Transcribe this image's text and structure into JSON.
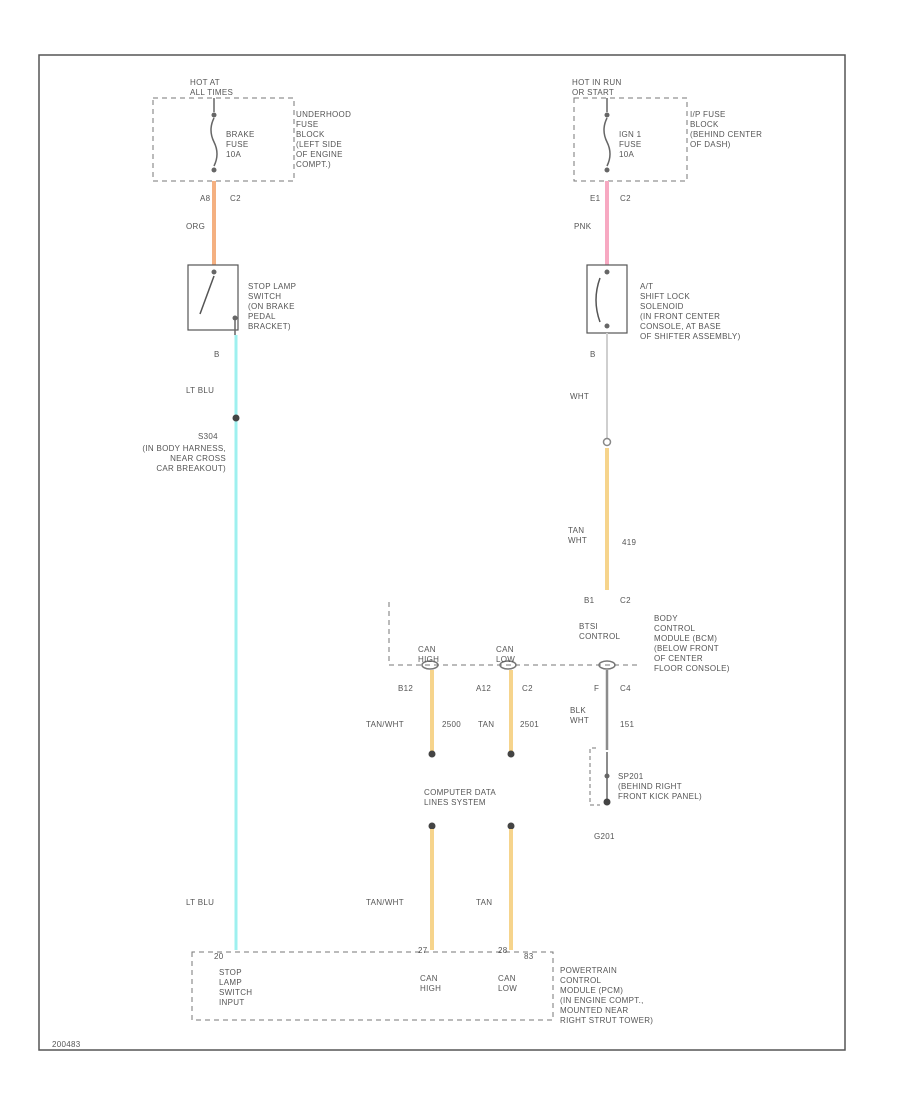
{
  "diagram": {
    "left_circuit": {
      "hot_label": "HOT AT\nALL TIMES",
      "fuse_label": "BRAKE\nFUSE\n10A",
      "fuse_block_label": "UNDERHOOD\nFUSE\nBLOCK\n(LEFT SIDE\nOF ENGINE\nCOMPT.)",
      "pin_a": "A8",
      "pin_a_conn": "C2",
      "wire1_color": "ORG",
      "switch_label": "STOP LAMP\nSWITCH\n(ON BRAKE\nPEDAL\nBRACKET)",
      "switch_pin": "B",
      "wire2_color": "LT BLU",
      "splice_label": "S304",
      "splice_desc": "(IN BODY HARNESS,\nNEAR CROSS\nCAR BREAKOUT)",
      "wire3_color": "LT BLU"
    },
    "right_circuit": {
      "hot_label": "HOT IN RUN\nOR START",
      "fuse_label": "IGN 1\nFUSE\n10A",
      "fuse_block_label": "I/P FUSE\nBLOCK\n(BEHIND CENTER\nOF DASH)",
      "pin_a": "E1",
      "pin_a_conn": "C2",
      "wire1_color": "PNK",
      "solenoid_label": "A/T\nSHIFT LOCK\nSOLENOID\n(IN FRONT CENTER\nCONSOLE, AT BASE\nOF SHIFTER ASSEMBLY)",
      "solenoid_pin": "B",
      "wire2_color": "WHT",
      "wire3_color": "TAN\nWHT",
      "wire3_circuit": "419",
      "bcm_pin": "B1",
      "bcm_conn": "C2",
      "bcm_control": "BTSI\nCONTROL",
      "bcm_label": "BODY\nCONTROL\nMODULE (BCM)\n(BELOW FRONT\nOF CENTER\nFLOOR CONSOLE)",
      "can_high_top": "CAN\nHIGH",
      "can_low_top": "CAN\nLOW",
      "can_high_pin": "B12",
      "can_low_pin": "A12",
      "can_low_conn": "C2",
      "ground_pin": "F",
      "ground_conn": "C4",
      "wire_can_high": "TAN/WHT",
      "wire_can_high_circuit": "2500",
      "wire_can_low": "TAN",
      "wire_can_low_circuit": "2501",
      "ground_wire": "BLK\nWHT",
      "ground_circuit": "151",
      "ground_splice": "SP201",
      "ground_splice_desc": "(BEHIND RIGHT\nFRONT KICK PANEL)",
      "ground_id": "G201",
      "cdl_label": "COMPUTER DATA\nLINES SYSTEM",
      "pcm_wire_high": "TAN/WHT",
      "pcm_wire_low": "TAN"
    },
    "pcm": {
      "pin_left": "20",
      "pin_mid": "27",
      "pin_low": "28",
      "pin_right": "83",
      "stop_input": "STOP\nLAMP\nSWITCH\nINPUT",
      "can_high": "CAN\nHIGH",
      "can_low": "CAN\nLOW",
      "label": "POWERTRAIN\nCONTROL\nMODULE (PCM)\n(IN ENGINE COMPT.,\nMOUNTED NEAR\nRIGHT STRUT TOWER)"
    },
    "figure_id": "200483",
    "colors": {
      "border": "#555555",
      "org": "#f4b081",
      "pnk": "#f7a9c2",
      "tan": "#f6d48c",
      "ltblu": "#9ef0ef",
      "wht": "#d9d9d9",
      "blk": "#8c8c8c"
    }
  }
}
